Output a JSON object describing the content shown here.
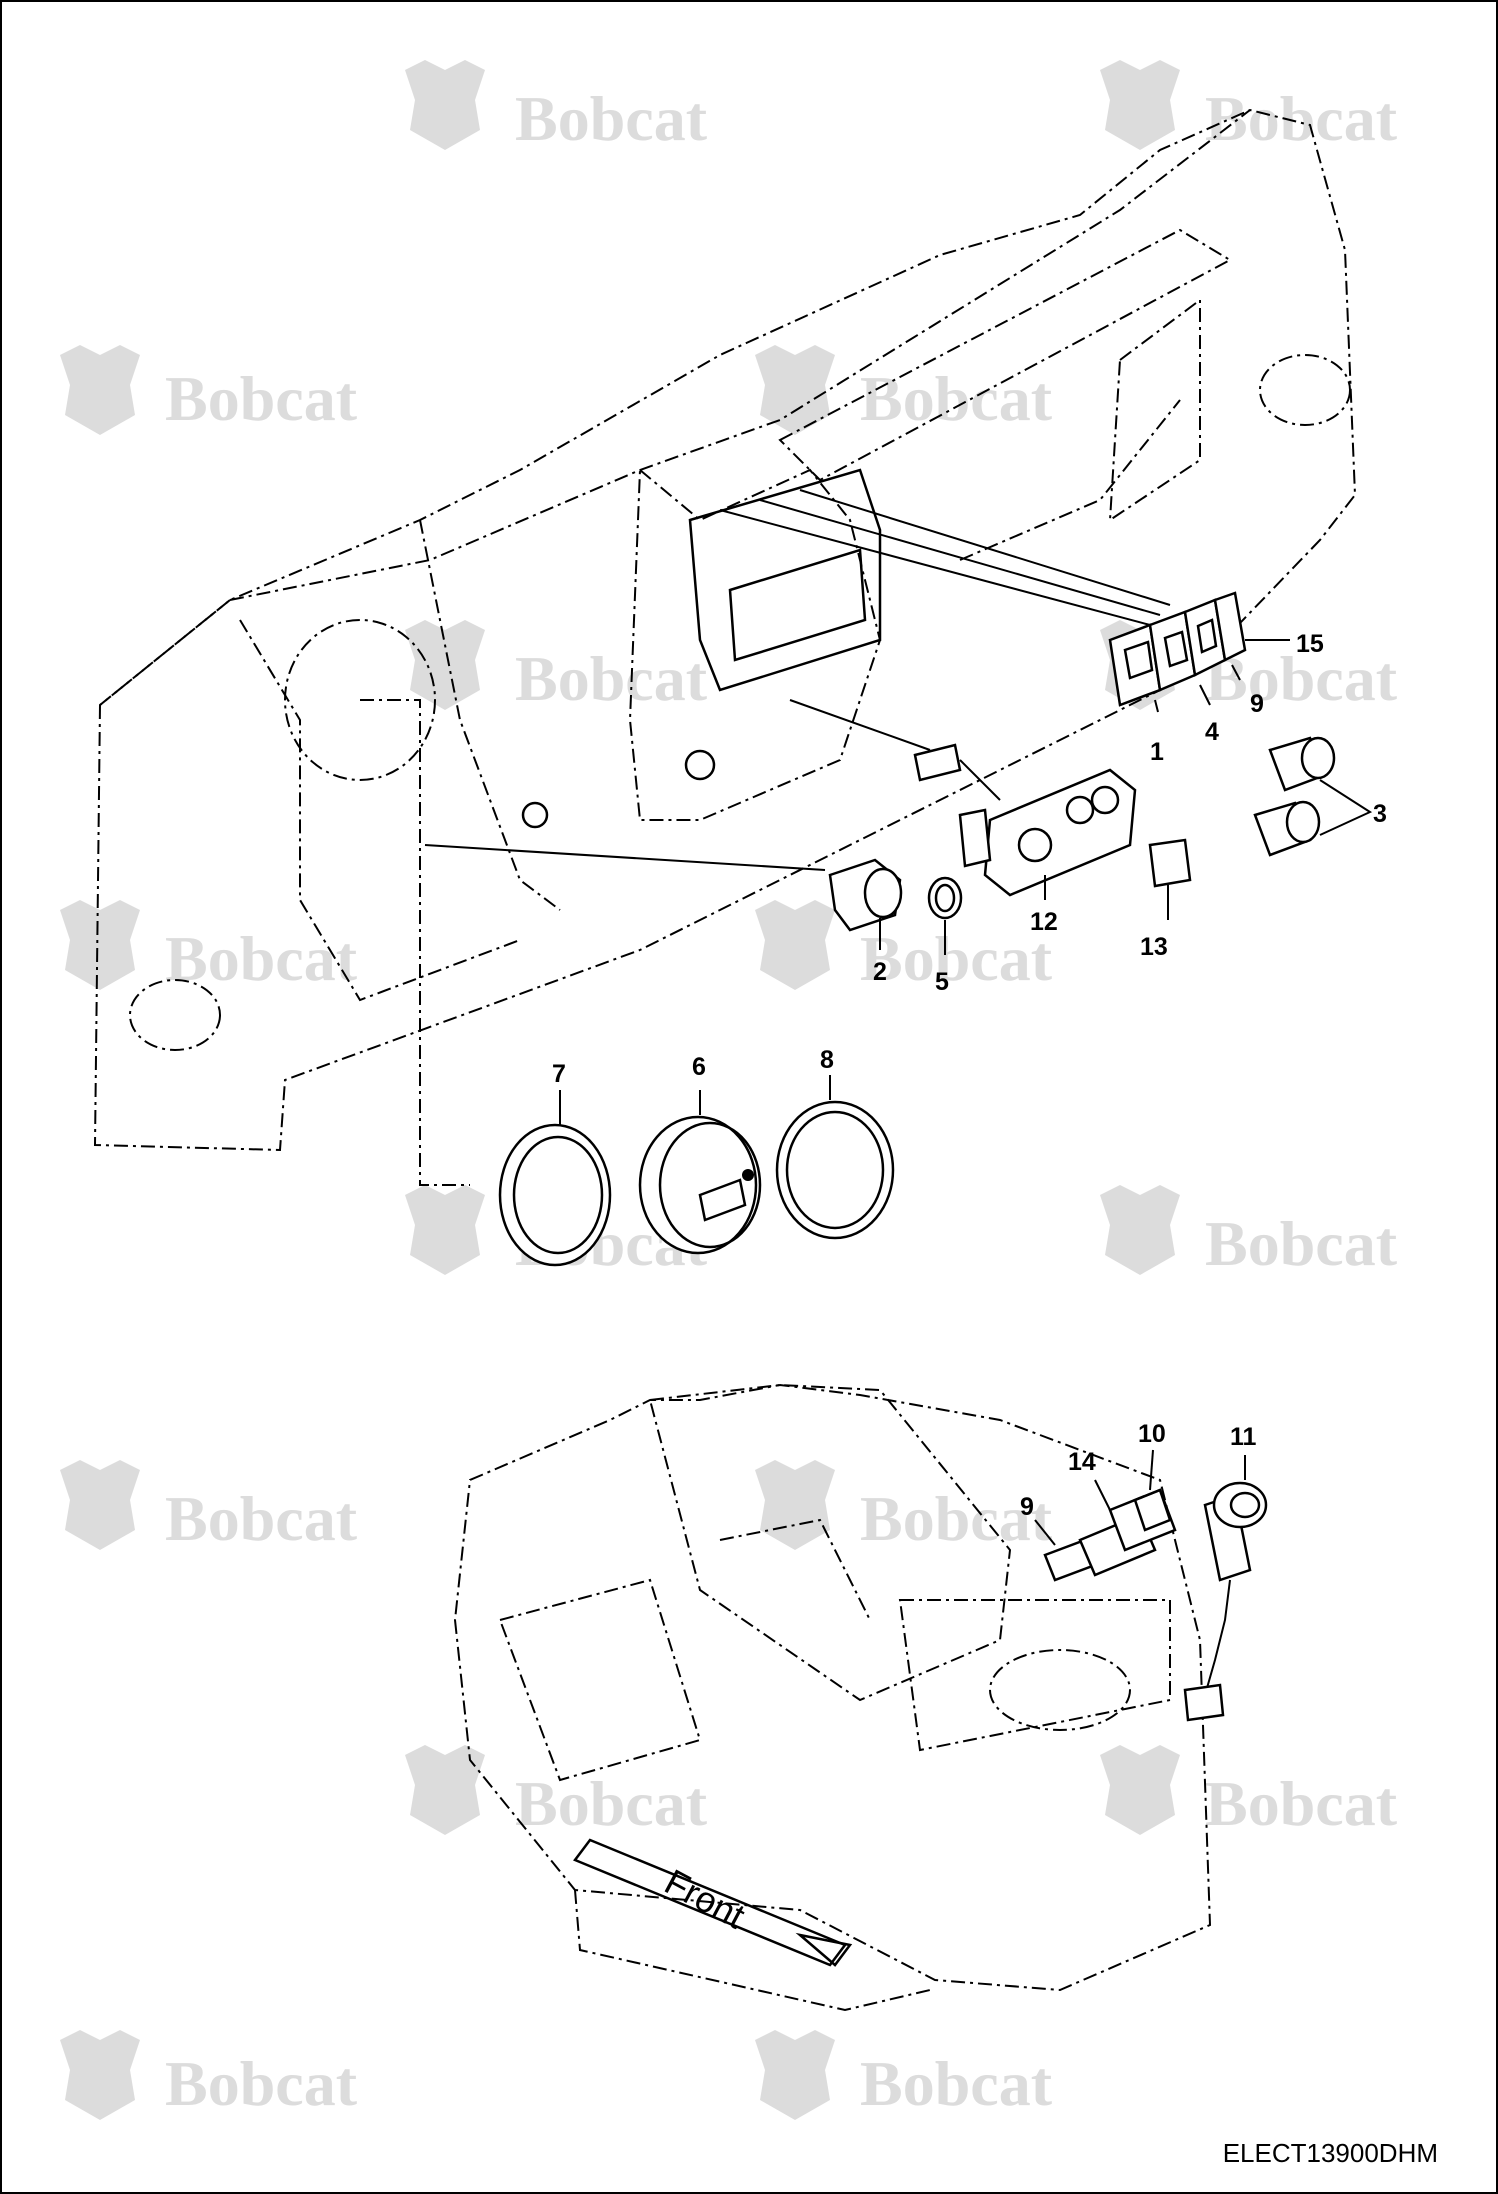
{
  "drawing_code": "ELECT13900DHM",
  "watermark": "Bobcat",
  "front_label": "Front",
  "callouts": {
    "c1": "1",
    "c2": "2",
    "c3": "3",
    "c4": "4",
    "c5": "5",
    "c6": "6",
    "c7": "7",
    "c8": "8",
    "c9a": "9",
    "c9b": "9",
    "c10": "10",
    "c11": "11",
    "c12": "12",
    "c13": "13",
    "c14": "14",
    "c15": "15"
  },
  "colors": {
    "line": "#000000",
    "watermark": "#dcdcdc",
    "background": "#ffffff"
  }
}
